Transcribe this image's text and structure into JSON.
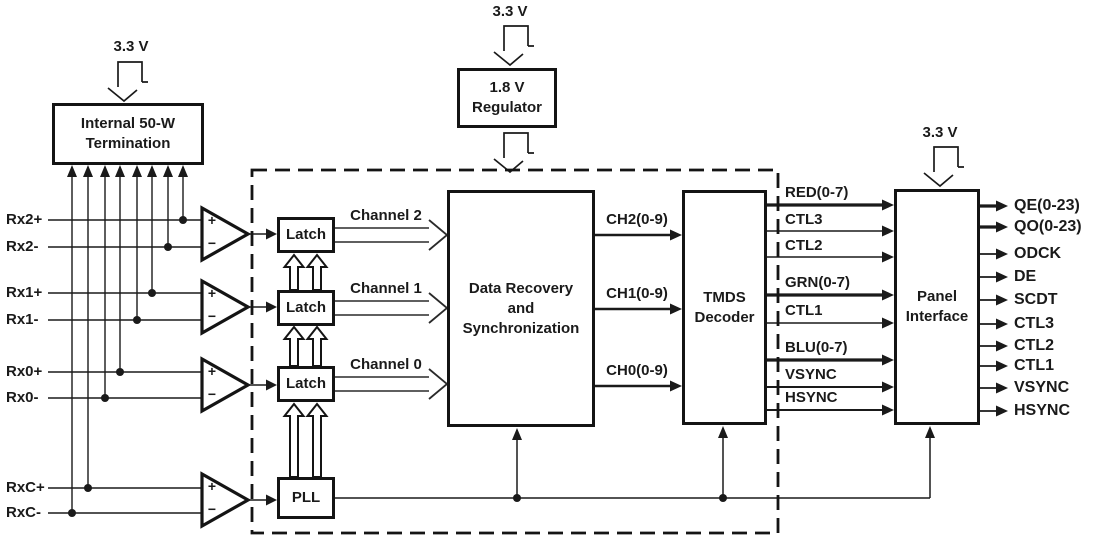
{
  "diagram": {
    "power_labels": {
      "termination": "3.3 V",
      "regulator": "3.3 V",
      "panel": "3.3 V"
    },
    "blocks": {
      "termination": {
        "line1": "Internal 50-W",
        "line2": "Termination"
      },
      "regulator": {
        "line1": "1.8 V",
        "line2": "Regulator"
      },
      "latch": "Latch",
      "pll": "PLL",
      "data_recovery": {
        "line1": "Data Recovery",
        "line2": "and",
        "line3": "Synchronization"
      },
      "tmds_decoder": {
        "line1": "TMDS",
        "line2": "Decoder"
      },
      "panel_interface": {
        "line1": "Panel",
        "line2": "Interface"
      }
    },
    "rx_inputs": [
      "Rx2+",
      "Rx2-",
      "Rx1+",
      "Rx1-",
      "Rx0+",
      "Rx0-",
      "RxC+",
      "RxC-"
    ],
    "amp_signs": {
      "plus": "+",
      "minus": "−"
    },
    "channel_labels": [
      "Channel 2",
      "Channel 1",
      "Channel 0"
    ],
    "ch_buses": [
      "CH2(0-9)",
      "CH1(0-9)",
      "CH0(0-9)"
    ],
    "tmds_outputs": [
      "RED(0-7)",
      "CTL3",
      "CTL2",
      "GRN(0-7)",
      "CTL1",
      "BLU(0-7)",
      "VSYNC",
      "HSYNC"
    ],
    "panel_outputs": [
      "QE(0-23)",
      "QO(0-23)",
      "ODCK",
      "DE",
      "SCDT",
      "CTL3",
      "CTL2",
      "CTL1",
      "VSYNC",
      "HSYNC"
    ],
    "colors": {
      "ink": "#1a1a1a",
      "background": "#ffffff"
    }
  }
}
